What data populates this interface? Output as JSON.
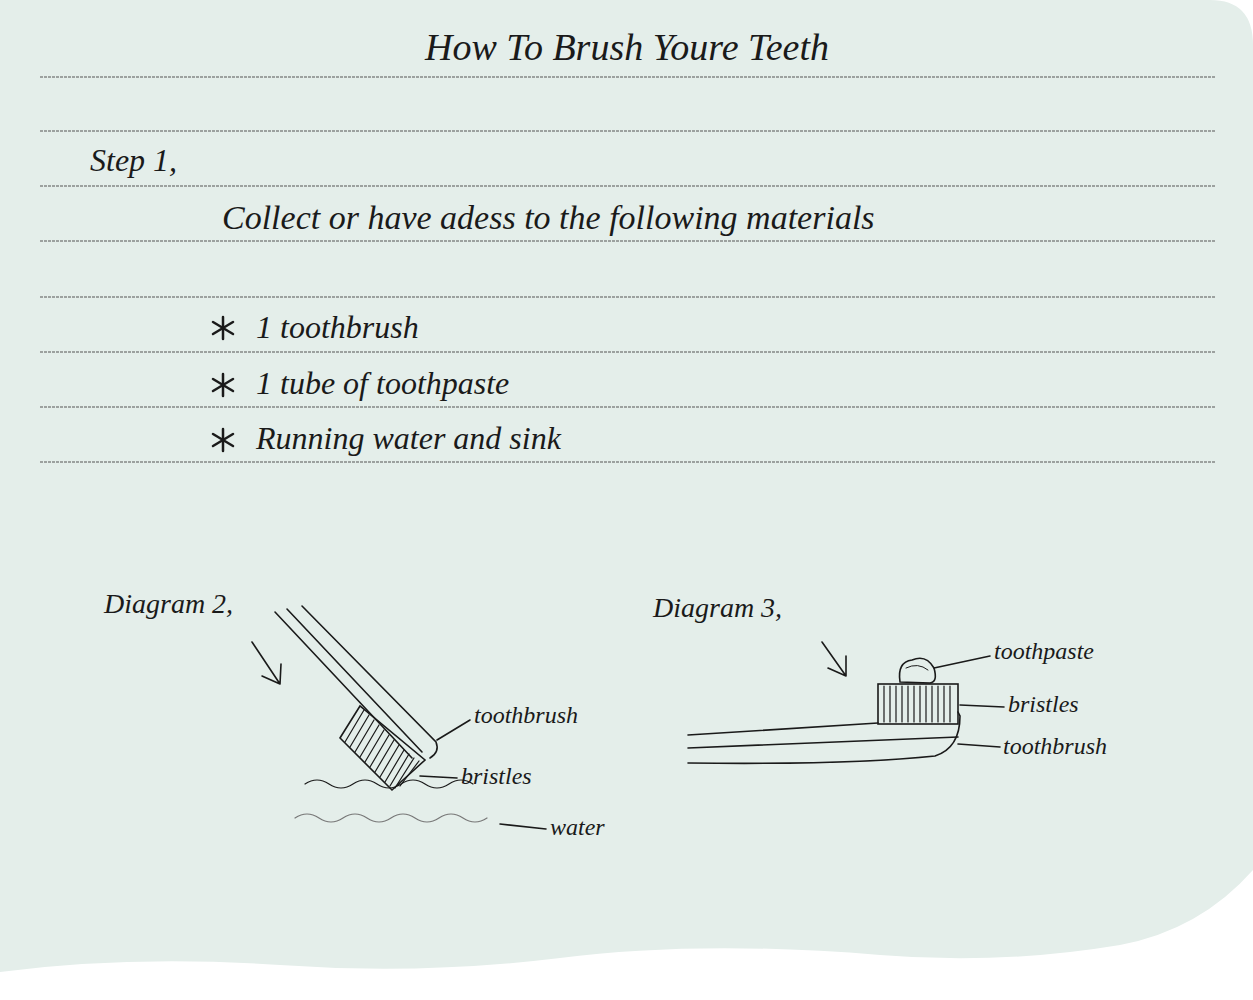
{
  "diagram": {
    "title": "How To Brush Youre Teeth",
    "labels": [
      "Step 1,",
      "Collect or have adess to the following materials",
      "1 toothbrush",
      "1 tube of toothpaste",
      "Running water and sink",
      "Diagram 2,",
      "toothbrush",
      "bristles",
      "water",
      "Diagram 3,",
      "toothpaste",
      "bristles",
      "toothbrush"
    ]
  }
}
